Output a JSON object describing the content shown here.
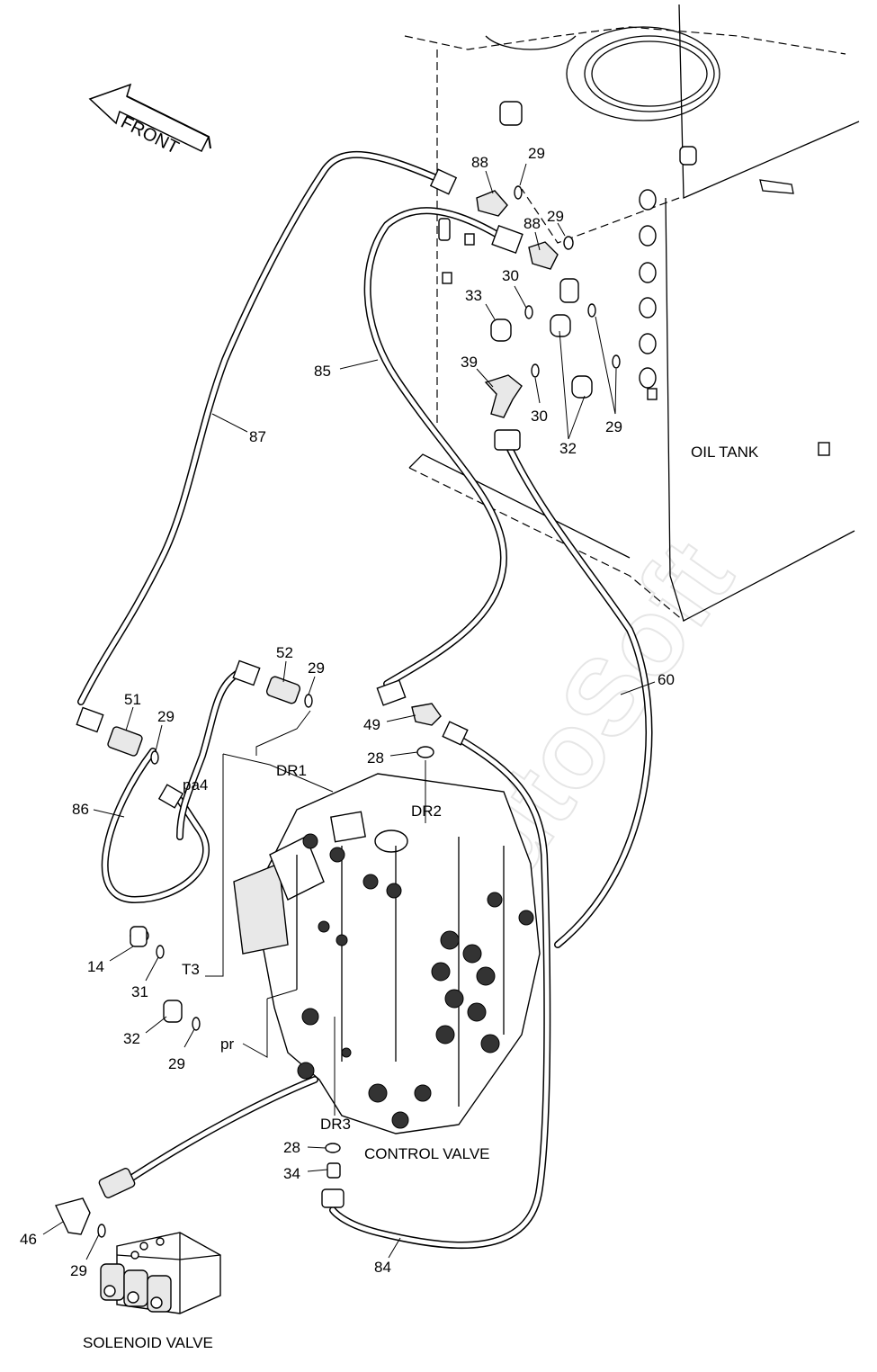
{
  "direction_label": "FRONT",
  "watermark": "AutoSoft",
  "components": {
    "oil_tank": "OIL TANK",
    "control_valve": "CONTROL VALVE",
    "solenoid_valve": "SOLENOID VALVE"
  },
  "ports": {
    "dr1": "DR1",
    "dr2": "DR2",
    "dr3": "DR3",
    "pa4": "pa4",
    "t3": "T3",
    "pr": "pr"
  },
  "part_numbers": {
    "p88a": "88",
    "p29a": "29",
    "p88b": "88",
    "p29b": "29",
    "p33": "33",
    "p30a": "30",
    "p85": "85",
    "p39": "39",
    "p30b": "30",
    "p32a": "32",
    "p29c": "29",
    "p87": "87",
    "p52": "52",
    "p29d": "29",
    "p51": "51",
    "p29e": "29",
    "p49": "49",
    "p28a": "28",
    "p60": "60",
    "p86": "86",
    "p14": "14",
    "p31": "31",
    "p32b": "32",
    "p29f": "29",
    "p28b": "28",
    "p34": "34",
    "p46": "46",
    "p29g": "29",
    "p84": "84"
  }
}
